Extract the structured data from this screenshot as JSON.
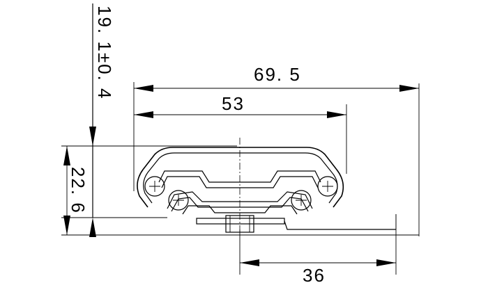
{
  "dimensions": {
    "overall_width": "69. 5",
    "inner_width": "53",
    "height_total": "22. 6",
    "height_rail": "19. 1±0. 4",
    "offset": "36"
  }
}
